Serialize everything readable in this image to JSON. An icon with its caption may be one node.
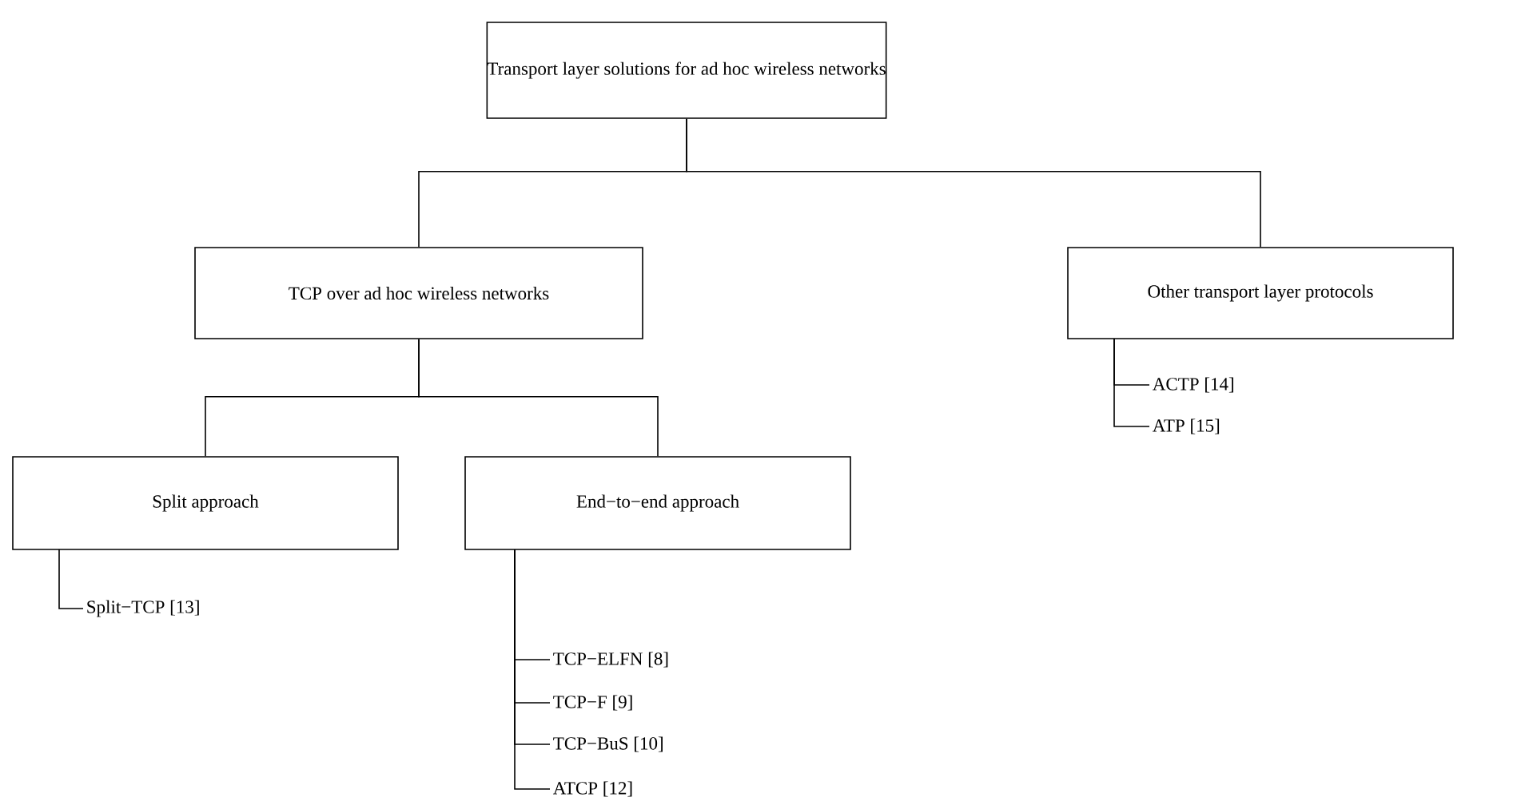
{
  "diagram": {
    "nodes": [
      {
        "text": [
          "Transport layer solutions for ad hoc wireless networks"
        ]
      },
      {
        "text": [
          "TCP over ad hoc wireless networks"
        ]
      },
      {
        "text": [
          "Other transport layer protocols"
        ]
      },
      {
        "text": [
          "Split approach"
        ]
      },
      {
        "text": [
          "End−to−end approach"
        ]
      },
      {
        "text": [
          "Split−TCP [13]"
        ]
      },
      {
        "text": [
          "TCP−ELFN [8]"
        ]
      },
      {
        "text": [
          "TCP−F [9]"
        ]
      },
      {
        "text": [
          "TCP−BuS [10]"
        ]
      },
      {
        "text": [
          "ATCP [12]"
        ]
      },
      {
        "text": [
          "ACTP [14]"
        ]
      },
      {
        "text": [
          "ATP [15]"
        ]
      }
    ],
    "edges": [
      {
        "from": 0,
        "to": 1,
        "arrow": "none"
      },
      {
        "from": 0,
        "to": 2,
        "arrow": "none"
      },
      {
        "from": 1,
        "to": 3,
        "arrow": "none"
      },
      {
        "from": 1,
        "to": 4,
        "arrow": "none"
      },
      {
        "from": 3,
        "to": 5,
        "arrow": "none"
      },
      {
        "from": 4,
        "to": 6,
        "arrow": "none"
      },
      {
        "from": 4,
        "to": 7,
        "arrow": "none"
      },
      {
        "from": 4,
        "to": 8,
        "arrow": "none"
      },
      {
        "from": 4,
        "to": 9,
        "arrow": "none"
      },
      {
        "from": 2,
        "to": 10,
        "arrow": "none"
      },
      {
        "from": 2,
        "to": 11,
        "arrow": "none"
      }
    ]
  }
}
